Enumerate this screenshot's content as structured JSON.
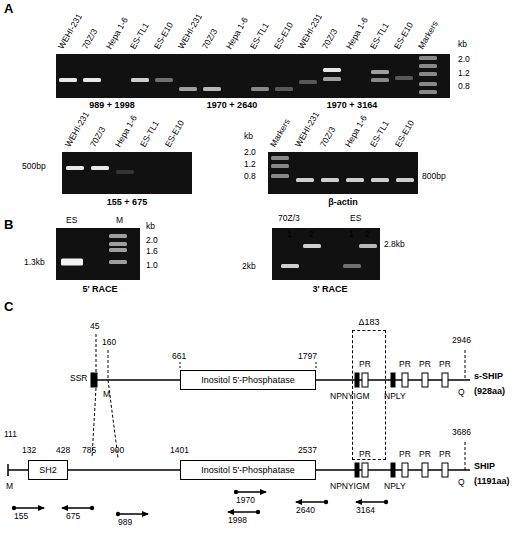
{
  "diagram": {
    "nodes": [
      {
        "text": [
          "Inositol 5'-Phosphatase"
        ]
      },
      {
        "text": [
          "Δ183"
        ]
      },
      {
        "text": [
          "SH2"
        ]
      },
      {
        "text": [
          "Inositol 5'-Phosphatase"
        ]
      }
    ],
    "labels": [
      "A",
      "WEHI-231",
      "70Z/3",
      "Hepa 1-6",
      "ES-TL1",
      "ES-E10",
      "WEHI-231",
      "70Z/3",
      "Hepa 1-6",
      "ES-TL1",
      "ES-E10",
      "WEHI-231",
      "70Z/3",
      "Hepa 1-6",
      "ES-TL1",
      "ES-E10",
      "Markers",
      "kb",
      "2.0",
      "1.2",
      "0.8",
      "989 + 1998",
      "1970 + 2640",
      "1970 + 3164",
      "WEHI-231",
      "70Z/3",
      "Hepa 1-6",
      "ES-TL1",
      "ES-E10",
      "500bp",
      "155 + 675",
      "Markers",
      "WEHI-231",
      "70Z/3",
      "Hepa 1-6",
      "ES-TL1",
      "ES-E10",
      "kb",
      "2.0",
      "1.2",
      "0.8",
      "800bp",
      "β-actin",
      "B",
      "ES",
      "M",
      "kb",
      "2.0",
      "1.6",
      "1.0",
      "1.3kb",
      "5' RACE",
      "70Z/3",
      "ES",
      "1",
      "2",
      "1",
      "2",
      "2kb",
      "2.8kb",
      "3' RACE",
      "C",
      "45",
      "160",
      "661",
      "1797",
      "2946",
      "SSR",
      "M",
      "PR",
      "PR",
      "PR",
      "PR",
      "NPNYIGM",
      "NPLY",
      "Q",
      "s-SHIP",
      "(928aa)",
      "111",
      "132",
      "428",
      "785",
      "900",
      "1401",
      "2537",
      "3686",
      "M",
      "PR",
      "PR",
      "PR",
      "PR",
      "NPNYIGM",
      "NPLY",
      "Q",
      "SHIP",
      "(1191aa)",
      "155",
      "675",
      "989",
      "1970",
      "1998",
      "2640",
      "3164"
    ]
  }
}
